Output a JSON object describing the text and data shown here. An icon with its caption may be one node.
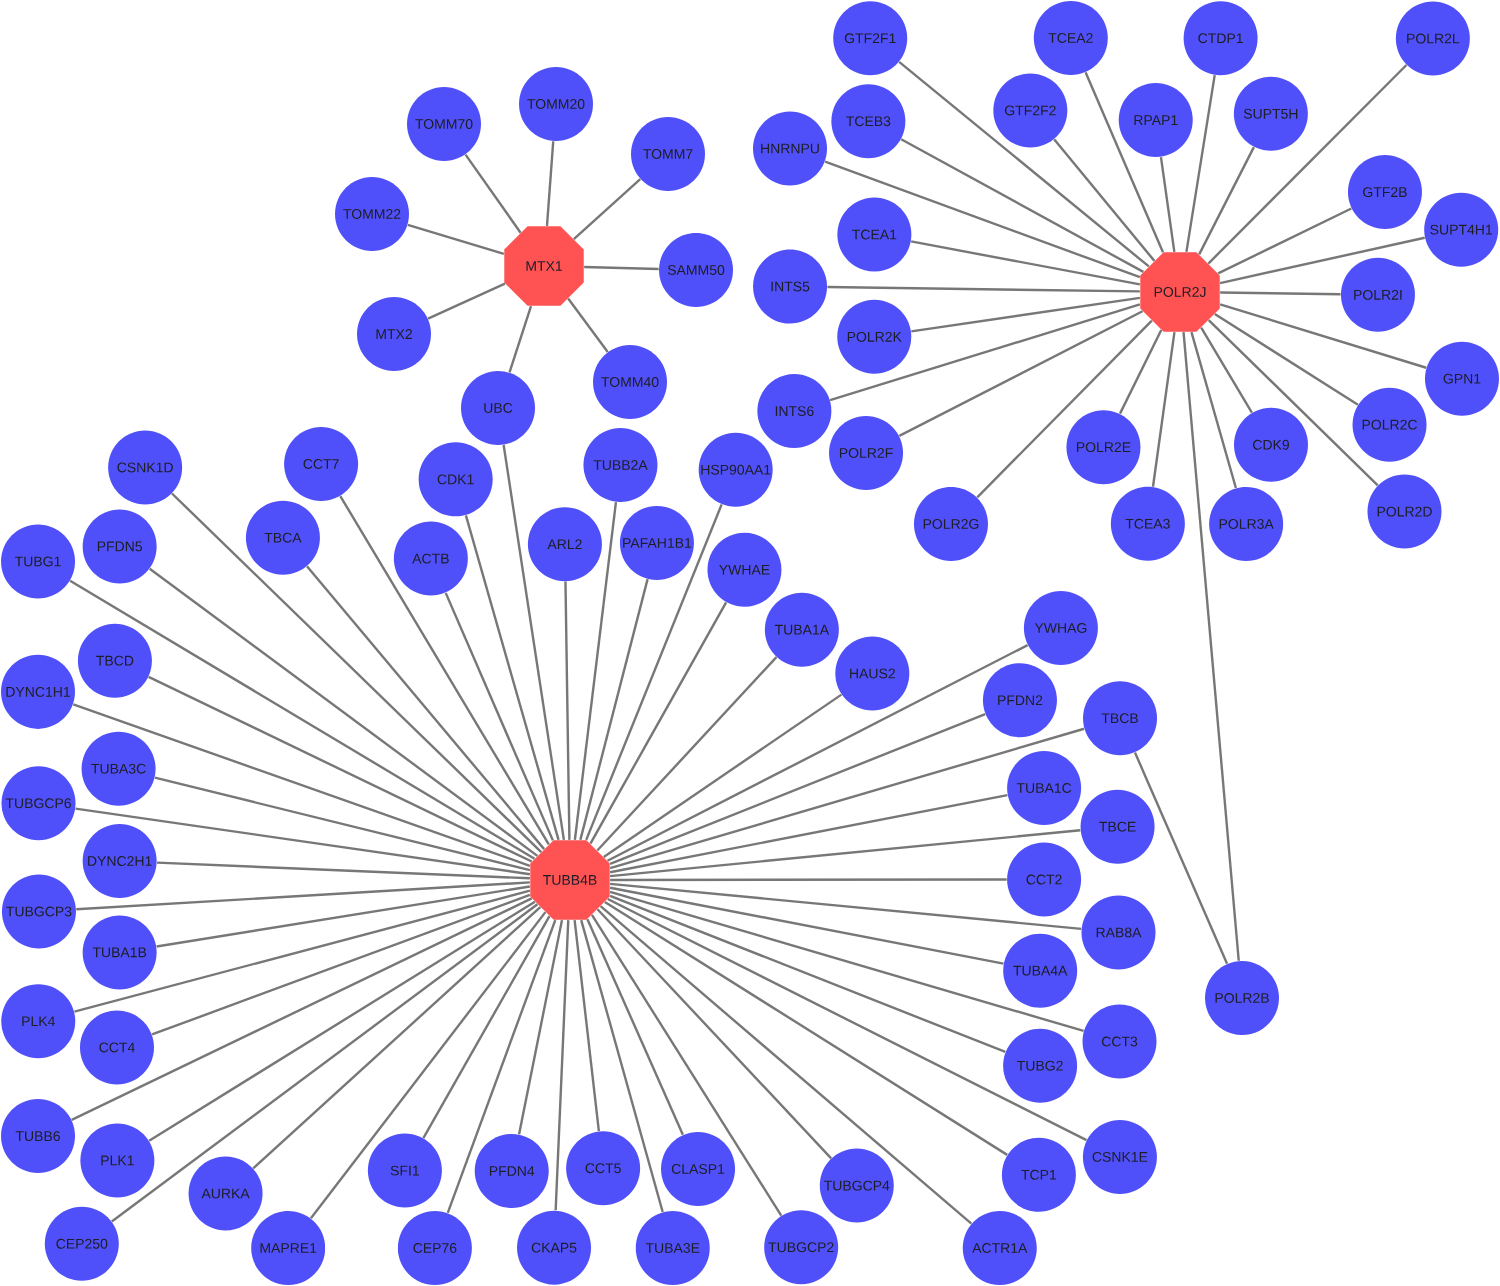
{
  "diagram": {
    "nodes": [
      {
        "text": [
          "MTX1"
        ]
      },
      {
        "text": [
          "TOMM20"
        ]
      },
      {
        "text": [
          "TOMM70"
        ]
      },
      {
        "text": [
          "TOMM7"
        ]
      },
      {
        "text": [
          "TOMM22"
        ]
      },
      {
        "text": [
          "SAMM50"
        ]
      },
      {
        "text": [
          "MTX2"
        ]
      },
      {
        "text": [
          "TOMM40"
        ]
      },
      {
        "text": [
          "UBC"
        ]
      },
      {
        "text": [
          "POLR2J"
        ]
      },
      {
        "text": [
          "TCEA2"
        ]
      },
      {
        "text": [
          "GTF2F1"
        ]
      },
      {
        "text": [
          "CTDP1"
        ]
      },
      {
        "text": [
          "TCEB3"
        ]
      },
      {
        "text": [
          "SUPT5H"
        ]
      },
      {
        "text": [
          "RPAP1"
        ]
      },
      {
        "text": [
          "GTF2F2"
        ]
      },
      {
        "text": [
          "TCEA1"
        ]
      },
      {
        "text": [
          "HNRNPU"
        ]
      },
      {
        "text": [
          "POLR2L"
        ]
      },
      {
        "text": [
          "GTF2B"
        ]
      },
      {
        "text": [
          "INTS5"
        ]
      },
      {
        "text": [
          "SUPT4H1"
        ]
      },
      {
        "text": [
          "POLR2K"
        ]
      },
      {
        "text": [
          "POLR2I"
        ]
      },
      {
        "text": [
          "POLR2F"
        ]
      },
      {
        "text": [
          "POLR2C"
        ]
      },
      {
        "text": [
          "GPN1"
        ]
      },
      {
        "text": [
          "INTS6"
        ]
      },
      {
        "text": [
          "POLR2E"
        ]
      },
      {
        "text": [
          "POLR3A"
        ]
      },
      {
        "text": [
          "POLR2D"
        ]
      },
      {
        "text": [
          "POLR2G"
        ]
      },
      {
        "text": [
          "CDK9"
        ]
      },
      {
        "text": [
          "TCEA3"
        ]
      },
      {
        "text": [
          "TUBB4B"
        ]
      },
      {
        "text": [
          "ACTB"
        ]
      },
      {
        "text": [
          "TBCA"
        ]
      },
      {
        "text": [
          "TUBB2A"
        ]
      },
      {
        "text": [
          "TUBG1"
        ]
      },
      {
        "text": [
          "TBCD"
        ]
      },
      {
        "text": [
          "CCT7"
        ]
      },
      {
        "text": [
          "PAFAH1B1"
        ]
      },
      {
        "text": [
          "PFDN5"
        ]
      },
      {
        "text": [
          "ARL2"
        ]
      },
      {
        "text": [
          "TUBGCP6"
        ]
      },
      {
        "text": [
          "HSP90AA1"
        ]
      },
      {
        "text": [
          "DYNC1H1"
        ]
      },
      {
        "text": [
          "CSNK1D"
        ]
      },
      {
        "text": [
          "TUBA1A"
        ]
      },
      {
        "text": [
          "CDK1"
        ]
      },
      {
        "text": [
          "HAUS2"
        ]
      },
      {
        "text": [
          "TUBGCP3"
        ]
      },
      {
        "text": [
          "DYNC2H1"
        ]
      },
      {
        "text": [
          "TUBA3C"
        ]
      },
      {
        "text": [
          "YWHAE"
        ]
      },
      {
        "text": [
          "YWHAG"
        ]
      },
      {
        "text": [
          "TUBA1B"
        ]
      },
      {
        "text": [
          "PFDN2"
        ]
      },
      {
        "text": [
          "PLK4"
        ]
      },
      {
        "text": [
          "TUBA1C"
        ]
      },
      {
        "text": [
          "TBCB"
        ]
      },
      {
        "text": [
          "TUBB6"
        ]
      },
      {
        "text": [
          "PLK1"
        ]
      },
      {
        "text": [
          "TBCE"
        ]
      },
      {
        "text": [
          "CCT4"
        ]
      },
      {
        "text": [
          "TUBA4A"
        ]
      },
      {
        "text": [
          "AURKA"
        ]
      },
      {
        "text": [
          "CCT2"
        ]
      },
      {
        "text": [
          "TUBGCP2"
        ]
      },
      {
        "text": [
          "PFDN4"
        ]
      },
      {
        "text": [
          "CEP250"
        ]
      },
      {
        "text": [
          "SFI1"
        ]
      },
      {
        "text": [
          "RAB8A"
        ]
      },
      {
        "text": [
          "CSNK1E"
        ]
      },
      {
        "text": [
          "TUBGCP4"
        ]
      },
      {
        "text": [
          "MAPRE1"
        ]
      },
      {
        "text": [
          "CKAP5"
        ]
      },
      {
        "text": [
          "TUBG2"
        ]
      },
      {
        "text": [
          "CCT3"
        ]
      },
      {
        "text": [
          "TUBA3E"
        ]
      },
      {
        "text": [
          "ACTR1A"
        ]
      },
      {
        "text": [
          "CEP76"
        ]
      },
      {
        "text": [
          "CCT5"
        ]
      },
      {
        "text": [
          "TCP1"
        ]
      },
      {
        "text": [
          "CLASP1"
        ]
      },
      {
        "text": [
          "POLR2B"
        ]
      }
    ],
    "edges": [
      {
        "from": 0,
        "to": 1,
        "arrow": "none"
      },
      {
        "from": 0,
        "to": 2,
        "arrow": "none"
      },
      {
        "from": 0,
        "to": 3,
        "arrow": "none"
      },
      {
        "from": 0,
        "to": 4,
        "arrow": "none"
      },
      {
        "from": 0,
        "to": 5,
        "arrow": "none"
      },
      {
        "from": 0,
        "to": 6,
        "arrow": "none"
      },
      {
        "from": 0,
        "to": 7,
        "arrow": "none"
      },
      {
        "from": 0,
        "to": 8,
        "arrow": "none"
      },
      {
        "from": 8,
        "to": 35,
        "arrow": "none"
      },
      {
        "from": 9,
        "to": 10,
        "arrow": "none"
      },
      {
        "from": 9,
        "to": 11,
        "arrow": "none"
      },
      {
        "from": 9,
        "to": 12,
        "arrow": "none"
      },
      {
        "from": 9,
        "to": 13,
        "arrow": "none"
      },
      {
        "from": 9,
        "to": 14,
        "arrow": "none"
      },
      {
        "from": 9,
        "to": 15,
        "arrow": "none"
      },
      {
        "from": 9,
        "to": 16,
        "arrow": "none"
      },
      {
        "from": 9,
        "to": 17,
        "arrow": "none"
      },
      {
        "from": 9,
        "to": 18,
        "arrow": "none"
      },
      {
        "from": 9,
        "to": 19,
        "arrow": "none"
      },
      {
        "from": 9,
        "to": 20,
        "arrow": "none"
      },
      {
        "from": 9,
        "to": 21,
        "arrow": "none"
      },
      {
        "from": 9,
        "to": 22,
        "arrow": "none"
      },
      {
        "from": 9,
        "to": 23,
        "arrow": "none"
      },
      {
        "from": 9,
        "to": 24,
        "arrow": "none"
      },
      {
        "from": 9,
        "to": 25,
        "arrow": "none"
      },
      {
        "from": 9,
        "to": 26,
        "arrow": "none"
      },
      {
        "from": 9,
        "to": 27,
        "arrow": "none"
      },
      {
        "from": 9,
        "to": 28,
        "arrow": "none"
      },
      {
        "from": 9,
        "to": 29,
        "arrow": "none"
      },
      {
        "from": 9,
        "to": 30,
        "arrow": "none"
      },
      {
        "from": 9,
        "to": 31,
        "arrow": "none"
      },
      {
        "from": 9,
        "to": 32,
        "arrow": "none"
      },
      {
        "from": 9,
        "to": 33,
        "arrow": "none"
      },
      {
        "from": 9,
        "to": 34,
        "arrow": "none"
      },
      {
        "from": 9,
        "to": 86,
        "arrow": "none"
      },
      {
        "from": 35,
        "to": 36,
        "arrow": "none"
      },
      {
        "from": 35,
        "to": 37,
        "arrow": "none"
      },
      {
        "from": 35,
        "to": 38,
        "arrow": "none"
      },
      {
        "from": 35,
        "to": 39,
        "arrow": "none"
      },
      {
        "from": 35,
        "to": 40,
        "arrow": "none"
      },
      {
        "from": 35,
        "to": 41,
        "arrow": "none"
      },
      {
        "from": 35,
        "to": 42,
        "arrow": "none"
      },
      {
        "from": 35,
        "to": 43,
        "arrow": "none"
      },
      {
        "from": 35,
        "to": 44,
        "arrow": "none"
      },
      {
        "from": 35,
        "to": 45,
        "arrow": "none"
      },
      {
        "from": 35,
        "to": 46,
        "arrow": "none"
      },
      {
        "from": 35,
        "to": 47,
        "arrow": "none"
      },
      {
        "from": 35,
        "to": 48,
        "arrow": "none"
      },
      {
        "from": 35,
        "to": 49,
        "arrow": "none"
      },
      {
        "from": 35,
        "to": 50,
        "arrow": "none"
      },
      {
        "from": 35,
        "to": 51,
        "arrow": "none"
      },
      {
        "from": 35,
        "to": 52,
        "arrow": "none"
      },
      {
        "from": 35,
        "to": 53,
        "arrow": "none"
      },
      {
        "from": 35,
        "to": 54,
        "arrow": "none"
      },
      {
        "from": 35,
        "to": 55,
        "arrow": "none"
      },
      {
        "from": 35,
        "to": 56,
        "arrow": "none"
      },
      {
        "from": 35,
        "to": 57,
        "arrow": "none"
      },
      {
        "from": 35,
        "to": 58,
        "arrow": "none"
      },
      {
        "from": 35,
        "to": 59,
        "arrow": "none"
      },
      {
        "from": 35,
        "to": 60,
        "arrow": "none"
      },
      {
        "from": 35,
        "to": 61,
        "arrow": "none"
      },
      {
        "from": 35,
        "to": 62,
        "arrow": "none"
      },
      {
        "from": 35,
        "to": 63,
        "arrow": "none"
      },
      {
        "from": 35,
        "to": 64,
        "arrow": "none"
      },
      {
        "from": 35,
        "to": 65,
        "arrow": "none"
      },
      {
        "from": 35,
        "to": 66,
        "arrow": "none"
      },
      {
        "from": 35,
        "to": 67,
        "arrow": "none"
      },
      {
        "from": 35,
        "to": 68,
        "arrow": "none"
      },
      {
        "from": 35,
        "to": 69,
        "arrow": "none"
      },
      {
        "from": 35,
        "to": 70,
        "arrow": "none"
      },
      {
        "from": 35,
        "to": 71,
        "arrow": "none"
      },
      {
        "from": 35,
        "to": 72,
        "arrow": "none"
      },
      {
        "from": 35,
        "to": 73,
        "arrow": "none"
      },
      {
        "from": 35,
        "to": 74,
        "arrow": "none"
      },
      {
        "from": 35,
        "to": 75,
        "arrow": "none"
      },
      {
        "from": 35,
        "to": 76,
        "arrow": "none"
      },
      {
        "from": 35,
        "to": 77,
        "arrow": "none"
      },
      {
        "from": 35,
        "to": 78,
        "arrow": "none"
      },
      {
        "from": 35,
        "to": 79,
        "arrow": "none"
      },
      {
        "from": 35,
        "to": 80,
        "arrow": "none"
      },
      {
        "from": 35,
        "to": 81,
        "arrow": "none"
      },
      {
        "from": 35,
        "to": 82,
        "arrow": "none"
      },
      {
        "from": 35,
        "to": 83,
        "arrow": "none"
      },
      {
        "from": 35,
        "to": 84,
        "arrow": "none"
      },
      {
        "from": 35,
        "to": 85,
        "arrow": "none"
      },
      {
        "from": 61,
        "to": 86,
        "arrow": "none"
      }
    ]
  }
}
